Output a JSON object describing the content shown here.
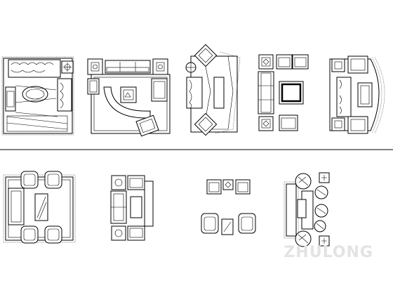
{
  "sheet": {
    "type": "cad-furniture-plan",
    "rows": [
      {
        "row": 1,
        "groups": [
          "sofa-set-1",
          "sofa-set-2",
          "sofa-set-3",
          "sofa-set-4",
          "sofa-set-5"
        ]
      },
      {
        "row": 2,
        "groups": [
          "sofa-set-6",
          "sofa-set-7",
          "sofa-set-8",
          "sofa-set-9"
        ]
      }
    ],
    "line_color": "#000000",
    "background": "#ffffff",
    "divider": "row-separator"
  },
  "watermark": {
    "text": "ZHULONG",
    "visible": true
  }
}
